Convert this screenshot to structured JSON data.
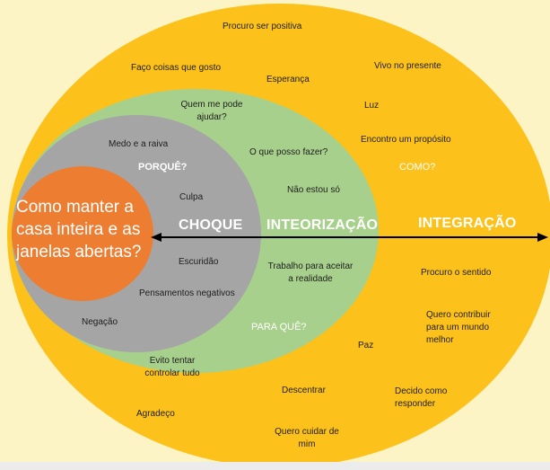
{
  "colors": {
    "background": "#fdf4c6",
    "outer_circle": "#fcc11a",
    "middle_circle": "#a8d08d",
    "inner_circle": "#a5a5a5",
    "core_circle": "#ed7d31",
    "arrow": "#000000"
  },
  "center_question": "Como manter a casa inteira e as janelas abertas?",
  "zones": {
    "choque": {
      "title": "CHOQUE",
      "question": "PORQUÊ?"
    },
    "inteorizacao": {
      "title": "INTEORIZAÇÃO",
      "question_top": "COMO?",
      "question_bottom": "PARA QUÊ?"
    },
    "integracao": {
      "title": "INTEGRAÇÃO"
    }
  },
  "choque_items": {
    "medo": "Medo  e a raiva",
    "culpa": "Culpa",
    "escuridao": "Escuridão",
    "pensamentos": "Pensamentos negativos",
    "negacao": "Negação"
  },
  "inteorizacao_items": {
    "quem_1": "Quem me pode",
    "quem_2": "ajudar?",
    "o_que": "O que posso fazer?",
    "nao_so": "Não estou só",
    "trabalho_1": "Trabalho para aceitar",
    "trabalho_2": "a realidade"
  },
  "integracao_items": {
    "positiva": "Procuro ser positiva",
    "faco": "Faço coisas que gosto",
    "esperanca": "Esperança",
    "vivo": "Vivo no presente",
    "luz": "Luz",
    "proposito": "Encontro um propósito",
    "sentido": "Procuro o sentido",
    "contribuir_1": "Quero contribuir",
    "contribuir_2": "para um mundo",
    "contribuir_3": "melhor",
    "paz": "Paz",
    "evito_1": "Evito tentar",
    "evito_2": "controlar tudo",
    "descentrar": "Descentrar",
    "decido_1": "Decido como",
    "decido_2": "responder",
    "agradeco": "Agradeço",
    "cuidar_1": "Quero cuidar de",
    "cuidar_2": "mim"
  }
}
